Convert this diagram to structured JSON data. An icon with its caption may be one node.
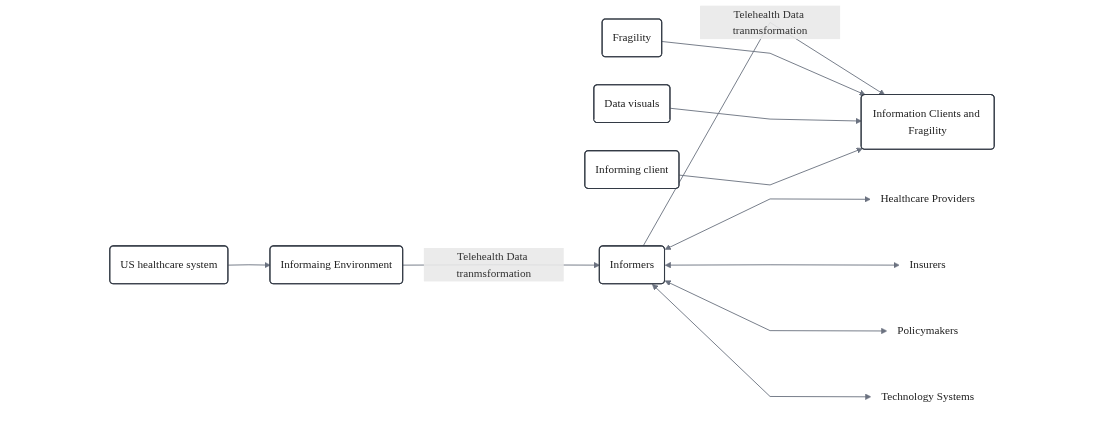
{
  "diagram": {
    "nodes": [
      {
        "text": [
          "Healthcare Providers"
        ]
      },
      {
        "text": [
          "Insurers"
        ]
      },
      {
        "text": [
          "Fragility"
        ]
      },
      {
        "text": [
          "Informaing Environment"
        ]
      },
      {
        "text": [
          "Informers"
        ]
      },
      {
        "text": [
          "Information Clients and Fragility"
        ]
      },
      {
        "text": [
          "Data visuals"
        ]
      },
      {
        "text": [
          "Policymakers"
        ]
      },
      {
        "text": [
          "Technology Systems"
        ]
      },
      {
        "text": [
          "US healthcare system"
        ]
      },
      {
        "text": [
          "Informing client"
        ]
      }
    ],
    "edges": [
      {
        "from": 9,
        "to": 3,
        "arrow": "to"
      },
      {
        "from": 3,
        "to": 4,
        "arrow": "to",
        "label": "Telehealth Data tranmsformation"
      },
      {
        "from": 4,
        "to": 5,
        "arrow": "to",
        "label": "Telehealth Data tranmsformation"
      },
      {
        "from": 4,
        "to": 0,
        "arrow": "both"
      },
      {
        "from": 4,
        "to": 1,
        "arrow": "both"
      },
      {
        "from": 4,
        "to": 7,
        "arrow": "both"
      },
      {
        "from": 4,
        "to": 8,
        "arrow": "both"
      },
      {
        "from": 2,
        "to": 5,
        "arrow": "to"
      },
      {
        "from": 6,
        "to": 5,
        "arrow": "to"
      },
      {
        "from": 10,
        "to": 5,
        "arrow": "to"
      }
    ]
  }
}
